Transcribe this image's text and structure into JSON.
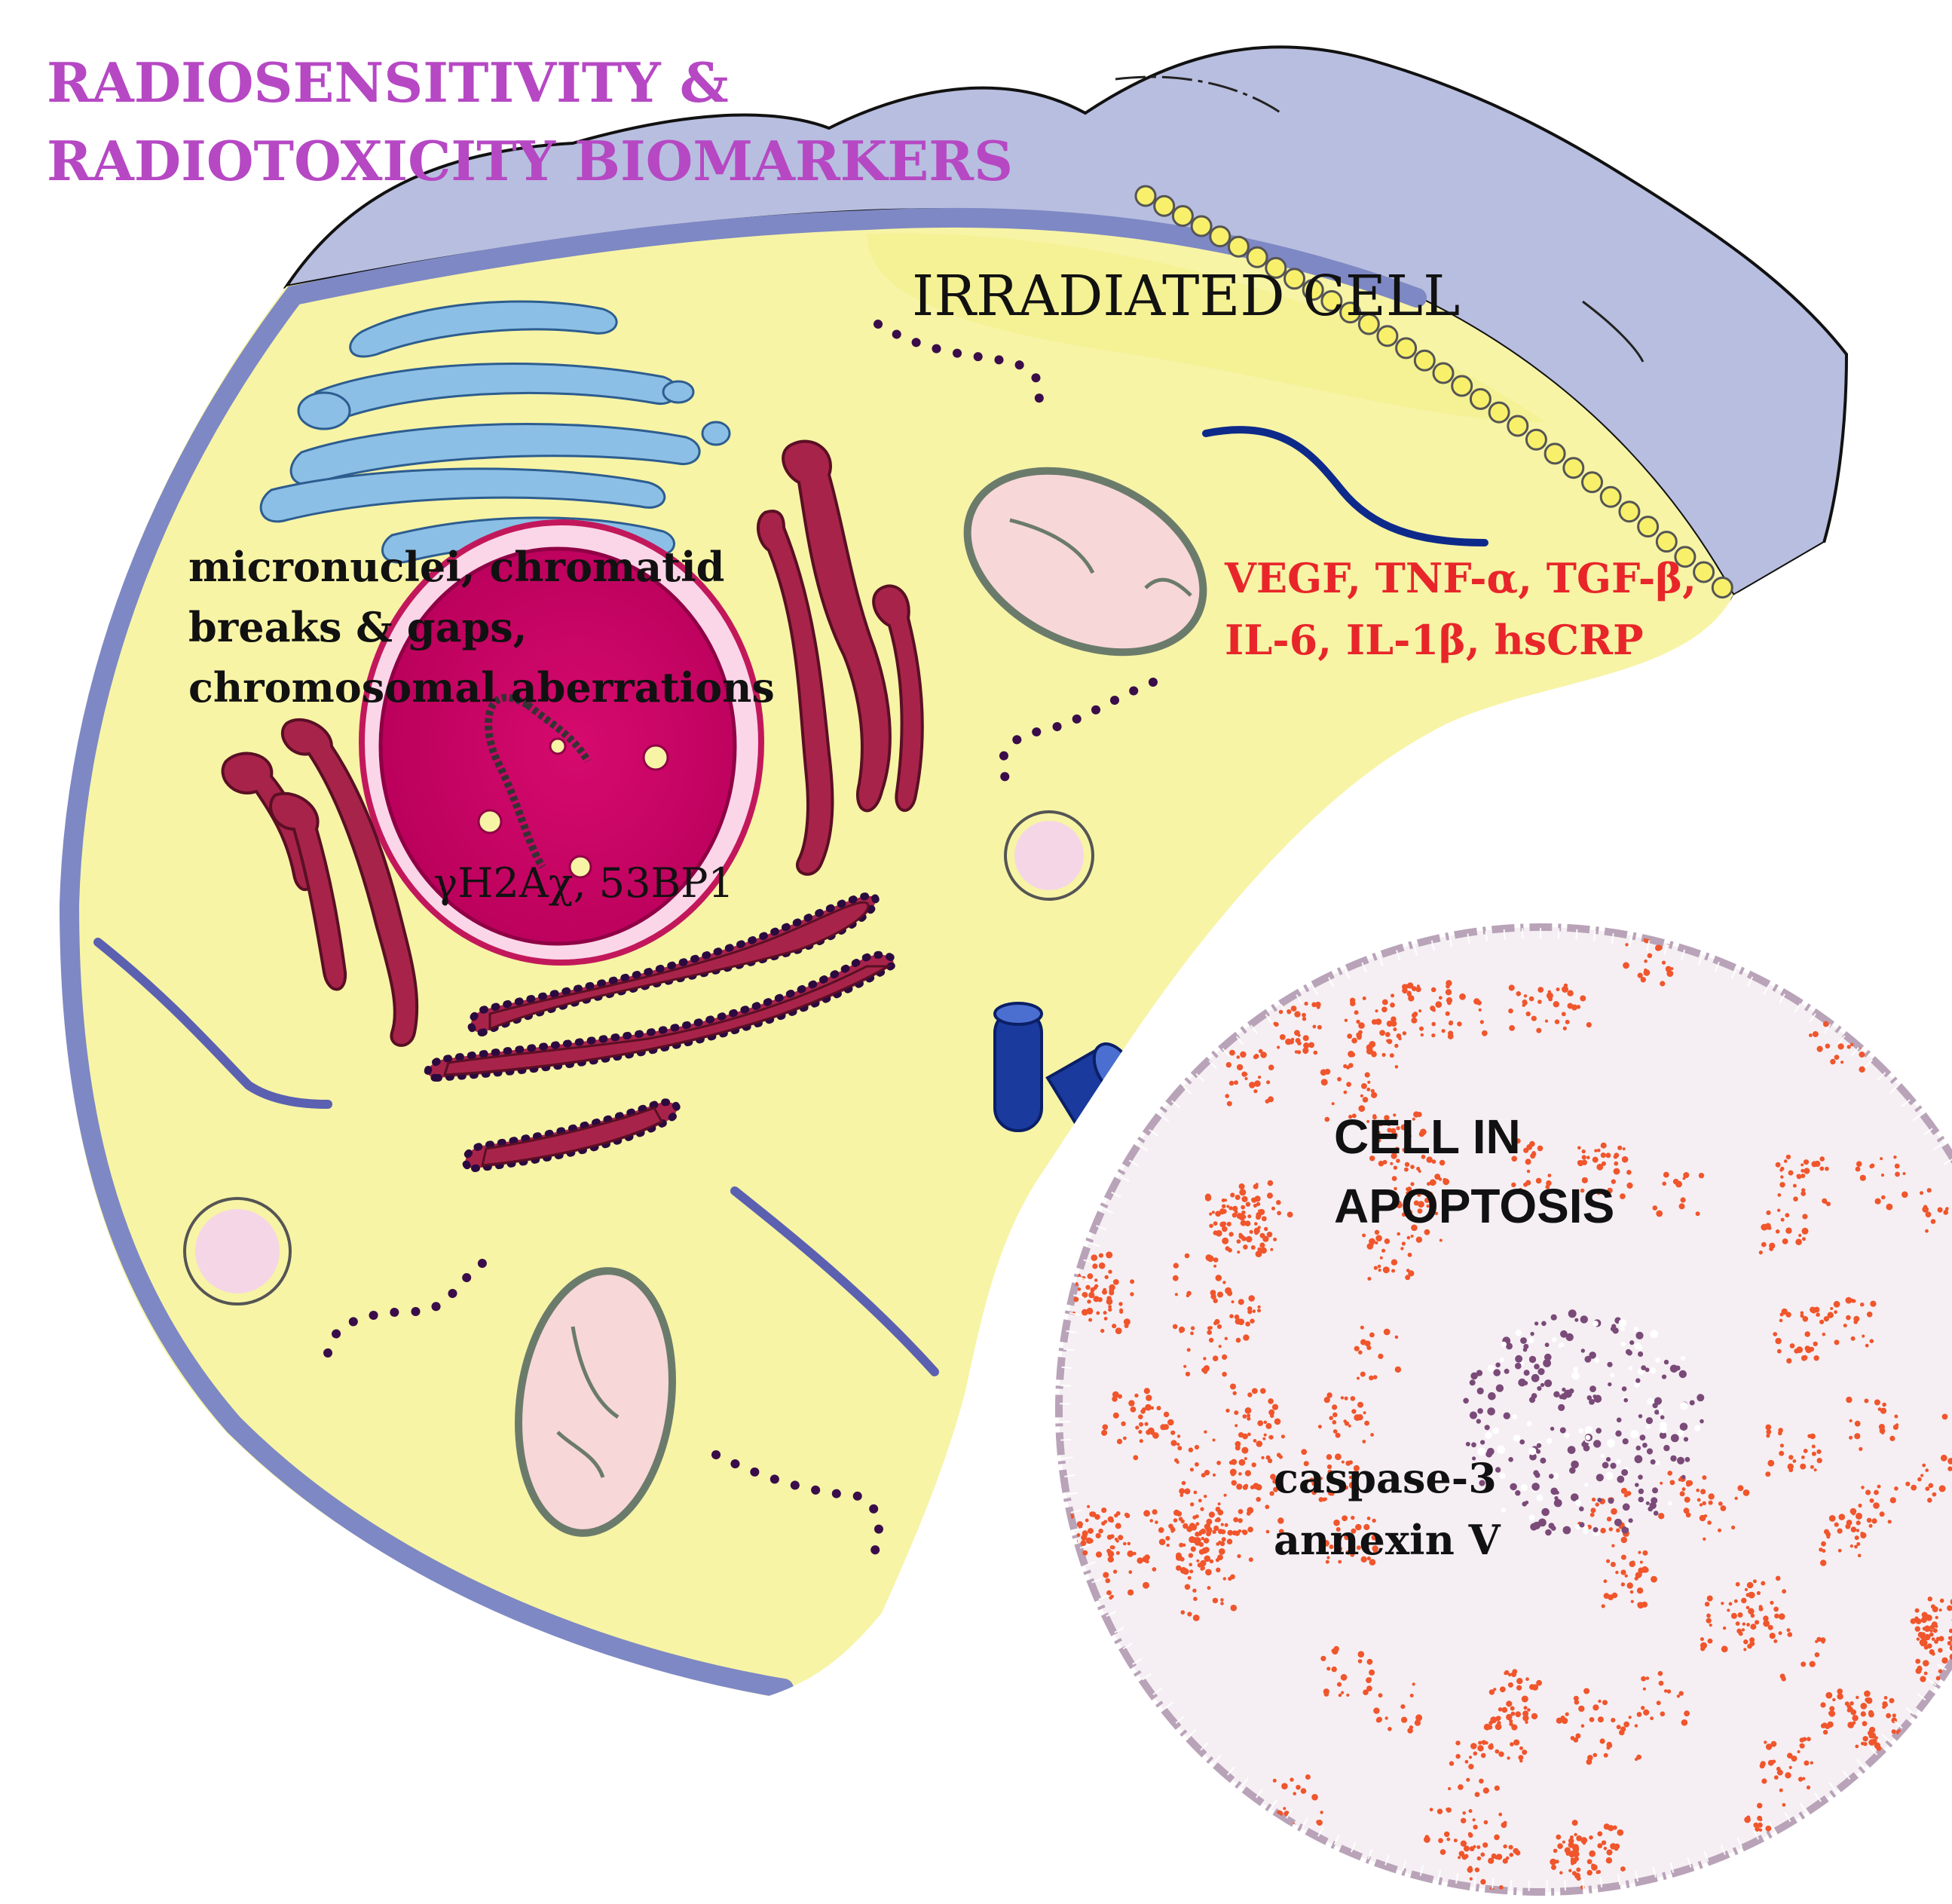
{
  "title": {
    "line1": "RADIOSENSITIVITY &",
    "line2": "RADIOTOXICITY BIOMARKERS"
  },
  "irradiated_cell": {
    "label": "IRRADIATED CELL",
    "dna_damage_markers": {
      "line1": "micronuclei, chromatid",
      "line2": "breaks & gaps,",
      "line3": "chromosomal aberrations"
    },
    "dsb_markers": "γH2Aχ, 53BP1",
    "cytokine_markers": {
      "line1": "VEGF, TNF-α, TGF-β,",
      "line2": "IL-6, IL-1β, hsCRP"
    }
  },
  "apoptotic_cell": {
    "label_line1": "CELL IN",
    "label_line2": "APOPTOSIS",
    "marker1": "caspase-3",
    "marker2": "annexin V"
  },
  "colors": {
    "title": "#b648c4",
    "cytokines": "#e8262a",
    "cytoplasm": "#f7f4a6",
    "membrane": "#7e88c4",
    "ecm": "#b8bedf",
    "nucleus": "#cc0066",
    "organelle_red": "#a8234a",
    "golgi": "#74aedc"
  }
}
